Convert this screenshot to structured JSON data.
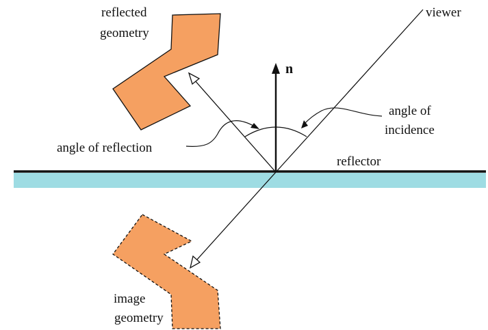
{
  "labels": {
    "reflected_geometry_line1": "reflected",
    "reflected_geometry_line2": "geometry",
    "viewer": "viewer",
    "normal": "n",
    "angle_of_incidence_line1": "angle of",
    "angle_of_incidence_line2": "incidence",
    "angle_of_reflection": "angle of reflection",
    "reflector": "reflector",
    "image_geometry_line1": "image",
    "image_geometry_line2": "geometry"
  },
  "colors": {
    "reflector_surface": "#9edce3",
    "geometry_fill": "#f5a061",
    "line": "#111111"
  }
}
